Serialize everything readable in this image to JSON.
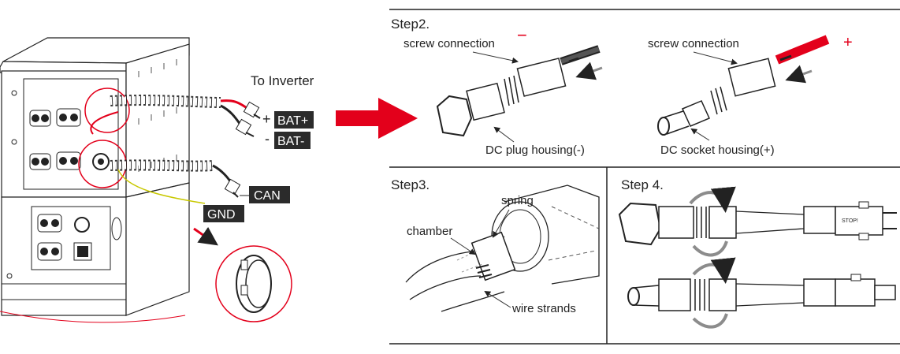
{
  "left": {
    "to_inverter": "To Inverter",
    "plus_sign": "+",
    "minus_sign": "-",
    "bat_plus": "BAT+",
    "bat_minus": "BAT-",
    "can": "CAN",
    "gnd": "GND"
  },
  "step2": {
    "title": "Step2.",
    "screw_left": "screw connection",
    "screw_right": "screw connection",
    "minus": "−",
    "plus": "+",
    "plug_housing": "DC plug housing(-)",
    "socket_housing": "DC socket housing(+)"
  },
  "step3": {
    "title": "Step3.",
    "spring": "spring",
    "chamber": "chamber",
    "wire_strands": "wire strands"
  },
  "step4": {
    "title": "Step 4."
  },
  "colors": {
    "red": "#e3001b",
    "dark": "#2b2b2b",
    "gray_arrow": "#8c8c8c"
  }
}
